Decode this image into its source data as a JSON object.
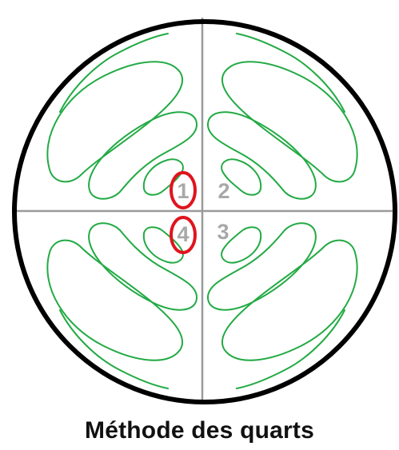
{
  "caption": "Méthode des quarts",
  "quadrants": [
    {
      "label": "1",
      "highlighted": true
    },
    {
      "label": "2",
      "highlighted": false
    },
    {
      "label": "3",
      "highlighted": false
    },
    {
      "label": "4",
      "highlighted": true
    }
  ],
  "colors": {
    "outline": "#000000",
    "axes": "#9a9a9a",
    "contours": "#22aa44",
    "labels": "#a8a8a8",
    "highlight": "#e0141e"
  }
}
